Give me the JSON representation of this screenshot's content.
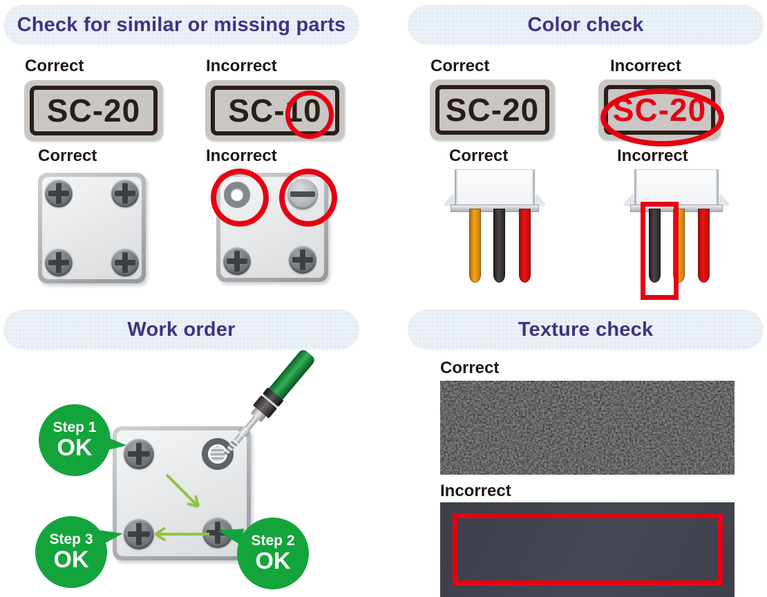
{
  "sections": {
    "parts_check": {
      "title": "Check for similar or missing parts",
      "row1": {
        "correct": "Correct",
        "incorrect": "Incorrect"
      },
      "row2": {
        "correct": "Correct",
        "incorrect": "Incorrect"
      },
      "badge_correct": "SC-20",
      "badge_incorrect": "SC-10"
    },
    "color_check": {
      "title": "Color check",
      "row1": {
        "correct": "Correct",
        "incorrect": "Incorrect"
      },
      "row2": {
        "correct": "Correct",
        "incorrect": "Incorrect"
      },
      "badge_correct": "SC-20",
      "badge_incorrect": "SC-20"
    },
    "work_order": {
      "title": "Work order",
      "steps": [
        {
          "label": "Step 1",
          "result": "OK"
        },
        {
          "label": "Step 2",
          "result": "OK"
        },
        {
          "label": "Step 3",
          "result": "OK"
        }
      ]
    },
    "texture_check": {
      "title": "Texture check",
      "correct": "Correct",
      "incorrect": "Incorrect"
    }
  },
  "colors": {
    "title_purple": "#3e3482",
    "banner_bg": "#e6edf4",
    "alert_red": "#e60012",
    "ok_green": "#14a43c",
    "arrow_green": "#90c43e",
    "badge_gray": "#c9c7c5",
    "wire_orange": "#e8940f",
    "wire_dark": "#3a3433",
    "wire_red": "#dc1012"
  }
}
